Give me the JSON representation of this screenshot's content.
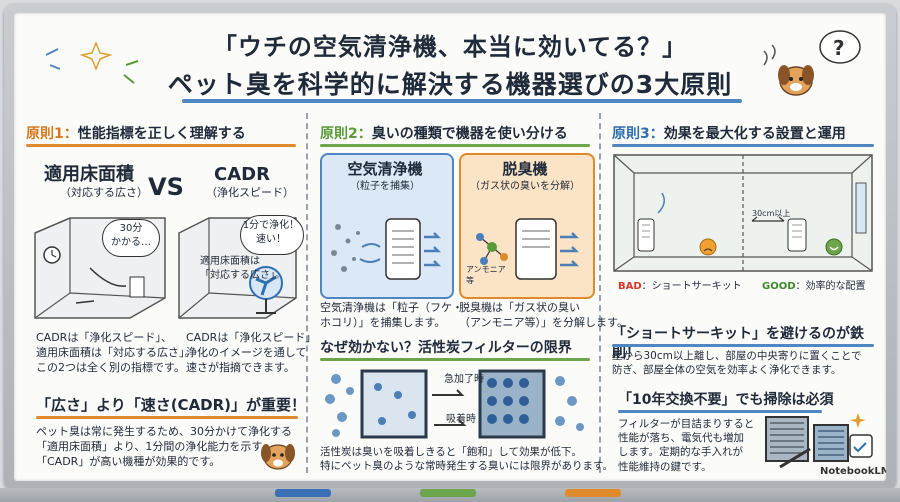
{
  "title": {
    "line1": "「ウチの空気清浄機、本当に効いてる？」",
    "line2": "ペット臭を科学的に解決する機器選びの3大原則"
  },
  "col1": {
    "head_prefix": "原則1：",
    "head": "性能指標を正しく理解する",
    "left_title": "適用床面積",
    "left_sub": "（対応する広さ）",
    "vs": "VS",
    "right_title": "CADR",
    "right_sub": "（浄化スピード）",
    "bubble_left": "30分\nかかる…",
    "bubble_right": "1分で浄化！\n速い！",
    "room_note": "適用床面積は\n「対応する広さ」。",
    "desc_left": "CADRは「浄化スピード」、\n適用床面積は「対応する広さ」。\nこの2つは全く別の指標です。",
    "desc_right": "CADRは「浄化スピード」\n浄化のイメージを通して\n速さが指摘できます。",
    "sub_head": "「広さ」より「速さ(CADR)」が重要！",
    "body": "ペット臭は常に発生するため、30分かけて浄化する\n「適用床面積」より、1分間の浄化能力を示す\n「CADR」が高い機種が効果的です。"
  },
  "col2": {
    "head_prefix": "原則2：",
    "head": "臭いの種類で機器を使い分ける",
    "cleaner_title": "空気清浄機",
    "cleaner_sub": "（粒子を捕集）",
    "deodorizer_title": "脱臭機",
    "deodorizer_sub": "（ガス状の臭いを分解）",
    "ammonia_label": "アンモニア\n等",
    "cleaner_desc": "空気清浄機は「粒子（フケ・\nホコリ）」を捕集します。",
    "deodorizer_desc": "脱臭機は「ガス状の臭い\n（アンモニア等）」を分解します。",
    "sub_head": "なぜ効かない？活性炭フィルターの限界",
    "label_fast": "急加了時",
    "label_absorb": "吸着時",
    "body": "活性炭は臭いを吸着しきると「飽和」して効果が低下。\n特にペット臭のような常時発生する臭いには限界があります。"
  },
  "col3": {
    "head_prefix": "原則3：",
    "head": "効果を最大化する設置と運用",
    "distance_label": "30cm以上",
    "bad_label": "BAD",
    "bad_text": "：ショートサーキット",
    "good_label": "GOOD",
    "good_text": "：効率的な配置",
    "sub_head1": "「ショートサーキット」を避けるのが鉄則！",
    "body1": "壁から30cm以上離し、部屋の中央寄りに置くことで\n防ぎ、部屋全体の空気を効率よく浄化できます。",
    "sub_head2": "「10年交換不要」でも掃除は必須",
    "body2": "フィルターが目詰まりすると\n性能が落ち、電気代も増加\nします。定期的な手入れが\n性能維持の鍵です。"
  },
  "footer": {
    "brand": "NotebookLM"
  },
  "colors": {
    "orange": "#d77a1e",
    "green": "#5a9a3a",
    "blue": "#2f6fb0",
    "ink": "#1f2a3a"
  }
}
